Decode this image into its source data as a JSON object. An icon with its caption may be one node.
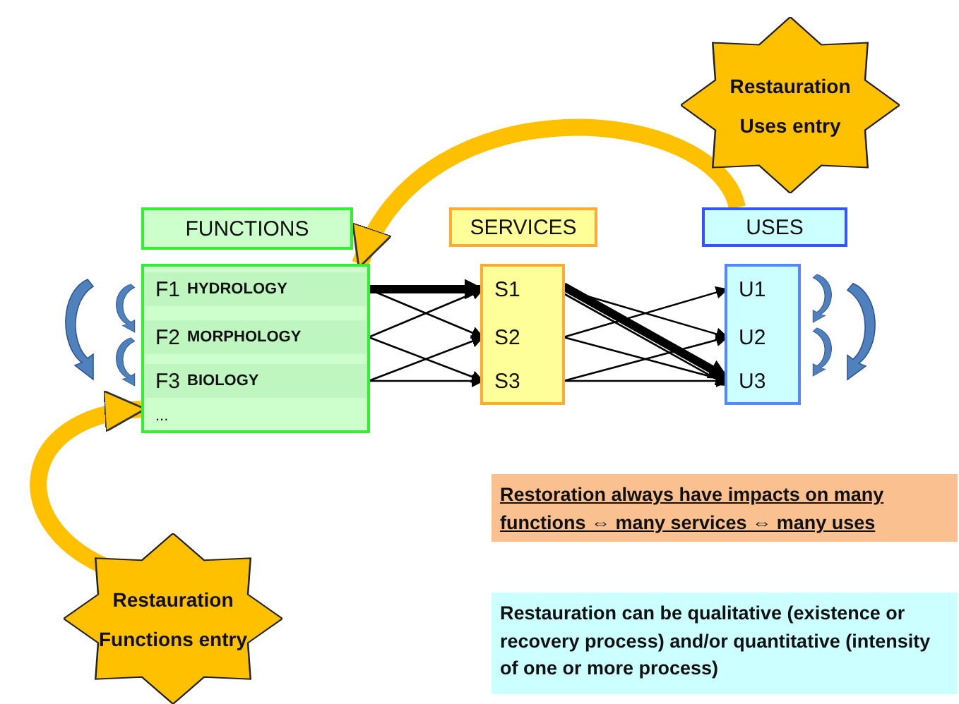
{
  "diagram": {
    "nodes": [
      {
        "text": [
          "FUNCTIONS"
        ]
      },
      {
        "text": [
          "..."
        ]
      },
      {
        "text": [
          "F1",
          "HYDROLOGY"
        ],
        "in": 1
      },
      {
        "text": [
          "F2",
          "MORPHOLOGY"
        ],
        "in": 1
      },
      {
        "text": [
          "F3",
          "BIOLOGY"
        ],
        "in": 1
      },
      {
        "text": [
          "SERVICES"
        ]
      },
      {
        "text": [],
        "shape": "box"
      },
      {
        "text": [
          "S1"
        ],
        "in": 6
      },
      {
        "text": [
          "S2"
        ],
        "in": 6
      },
      {
        "text": [
          "S3"
        ],
        "in": 6
      },
      {
        "text": [
          "USES"
        ]
      },
      {
        "text": [],
        "shape": "box"
      },
      {
        "text": [
          "U1"
        ],
        "in": 11
      },
      {
        "text": [
          "U2"
        ],
        "in": 11
      },
      {
        "text": [
          "U3"
        ],
        "in": 11
      },
      {
        "text": [
          "Restauration",
          "Uses entry"
        ]
      },
      {
        "text": [
          "Restauration",
          "Functions entry"
        ]
      },
      {
        "text": [
          "Restoration always have impacts on many functions ⇔ many services ⇔ many uses"
        ]
      },
      {
        "text": [
          "Restauration can be qualitative (existence or recovery process) and/or quantitative (intensity of one or more process)"
        ]
      }
    ],
    "edges": [
      {
        "from": 2,
        "to": 7,
        "arrow": "to",
        "style": "thick"
      },
      {
        "from": 2,
        "to": 8,
        "arrow": "to"
      },
      {
        "from": 3,
        "to": 7,
        "arrow": "to"
      },
      {
        "from": 3,
        "to": 9,
        "arrow": "to"
      },
      {
        "from": 4,
        "to": 8,
        "arrow": "to"
      },
      {
        "from": 4,
        "to": 9,
        "arrow": "to"
      },
      {
        "from": 7,
        "to": 13,
        "arrow": "to"
      },
      {
        "from": 7,
        "to": 14,
        "arrow": "to"
      },
      {
        "from": 7,
        "to": 14,
        "arrow": "to",
        "style": "thick"
      },
      {
        "from": 8,
        "to": 12,
        "arrow": "to"
      },
      {
        "from": 8,
        "to": 14,
        "arrow": "to"
      },
      {
        "from": 9,
        "to": 13,
        "arrow": "to"
      },
      {
        "from": 9,
        "to": 14,
        "arrow": "to"
      },
      {
        "from": 10,
        "to": 1,
        "arrow": "to",
        "style": "thick",
        "color": "#ffc000"
      },
      {
        "from": 16,
        "to": 1,
        "arrow": "to",
        "style": "thick",
        "color": "#ffc000"
      }
    ]
  }
}
